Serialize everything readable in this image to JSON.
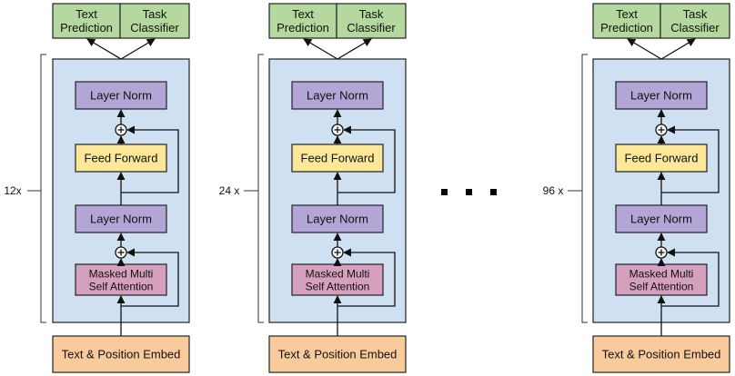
{
  "colors": {
    "output_head": "#b5d89e",
    "stack_bg": "#cfe0f3",
    "layer_norm": "#b3a6d6",
    "feed_forward": "#fde89a",
    "attention": "#d4a0bd",
    "embed": "#f9cb9c"
  },
  "labels": {
    "text_prediction": [
      "Text",
      "Prediction"
    ],
    "task_classifier": [
      "Task",
      "Classifier"
    ],
    "layer_norm": "Layer Norm",
    "feed_forward": "Feed Forward",
    "attention": [
      "Masked Multi",
      "Self Attention"
    ],
    "embed": "Text & Position Embed",
    "add_symbol": "+"
  },
  "columns": [
    {
      "repeat": "12x"
    },
    {
      "repeat": "24 x"
    },
    {
      "repeat": "96 x"
    }
  ],
  "ellipsis": {
    "icon": "horizontal-ellipsis-icon",
    "dots": 3
  }
}
